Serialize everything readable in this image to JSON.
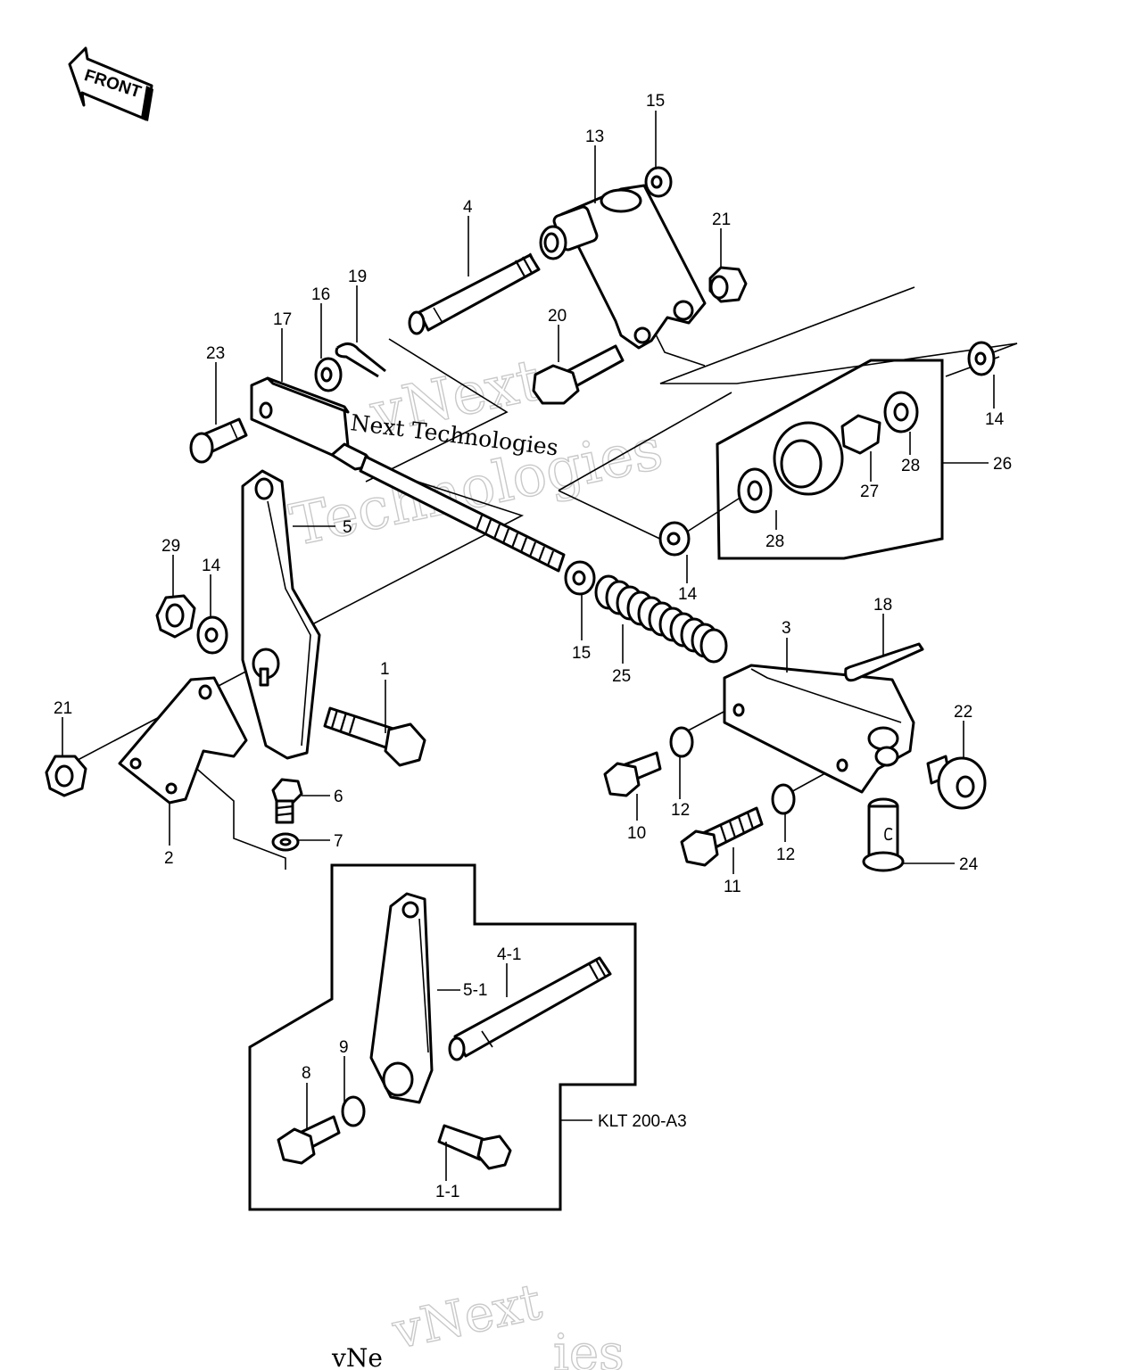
{
  "front_arrow": {
    "text": "FRONT"
  },
  "callouts": [
    {
      "id": "c1",
      "text": "1"
    },
    {
      "id": "c1_1",
      "text": "1-1"
    },
    {
      "id": "c2",
      "text": "2"
    },
    {
      "id": "c3",
      "text": "3"
    },
    {
      "id": "c4",
      "text": "4"
    },
    {
      "id": "c4_1",
      "text": "4-1"
    },
    {
      "id": "c5",
      "text": "5"
    },
    {
      "id": "c5_1",
      "text": "5-1"
    },
    {
      "id": "c6",
      "text": "6"
    },
    {
      "id": "c7",
      "text": "7"
    },
    {
      "id": "c8",
      "text": "8"
    },
    {
      "id": "c9",
      "text": "9"
    },
    {
      "id": "c10",
      "text": "10"
    },
    {
      "id": "c11",
      "text": "11"
    },
    {
      "id": "c12a",
      "text": "12"
    },
    {
      "id": "c12b",
      "text": "12"
    },
    {
      "id": "c13",
      "text": "13"
    },
    {
      "id": "c14a",
      "text": "14"
    },
    {
      "id": "c14b",
      "text": "14"
    },
    {
      "id": "c14c",
      "text": "14"
    },
    {
      "id": "c15a",
      "text": "15"
    },
    {
      "id": "c15b",
      "text": "15"
    },
    {
      "id": "c16",
      "text": "16"
    },
    {
      "id": "c17",
      "text": "17"
    },
    {
      "id": "c18",
      "text": "18"
    },
    {
      "id": "c19",
      "text": "19"
    },
    {
      "id": "c20",
      "text": "20"
    },
    {
      "id": "c21a",
      "text": "21"
    },
    {
      "id": "c21b",
      "text": "21"
    },
    {
      "id": "c22",
      "text": "22"
    },
    {
      "id": "c23",
      "text": "23"
    },
    {
      "id": "c24",
      "text": "24"
    },
    {
      "id": "c25",
      "text": "25"
    },
    {
      "id": "c26",
      "text": "26"
    },
    {
      "id": "c27",
      "text": "27"
    },
    {
      "id": "c28a",
      "text": "28"
    },
    {
      "id": "c28b",
      "text": "28"
    },
    {
      "id": "c29",
      "text": "29"
    }
  ],
  "variant_label": "KLT 200-A3",
  "watermarks": {
    "line1": "Next Technologies",
    "outline_a": "vNext",
    "outline_b": "Technologies",
    "bottom_a": "vNext",
    "bottom_b": "vNe",
    "bottom_c": "ies"
  }
}
